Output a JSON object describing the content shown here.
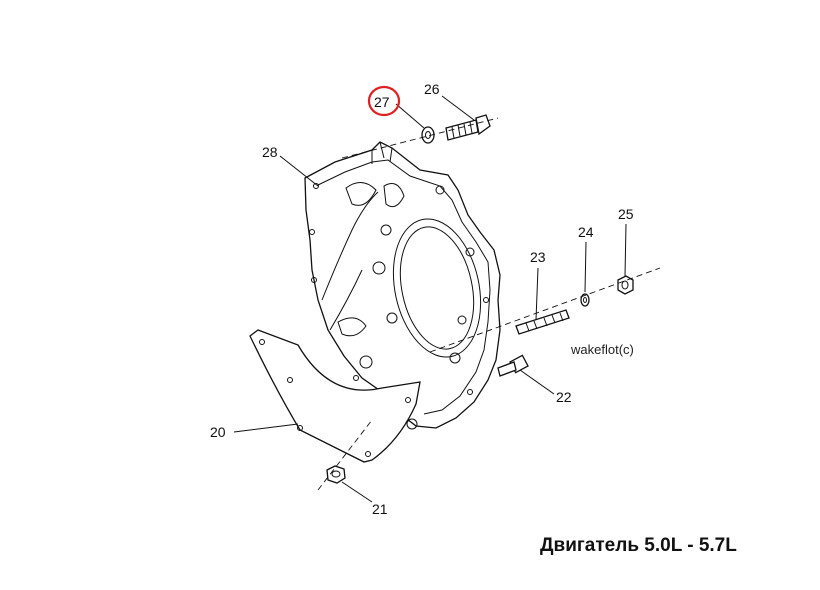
{
  "callouts": {
    "p20": "20",
    "p21": "21",
    "p22": "22",
    "p23": "23",
    "p24": "24",
    "p25": "25",
    "p26": "26",
    "p27": "27",
    "p28": "28"
  },
  "highlighted_callout": "27",
  "highlight_color": "#e02020",
  "watermark": "wakeflot(c)",
  "caption": "Двигатель 5.0L - 5.7L"
}
